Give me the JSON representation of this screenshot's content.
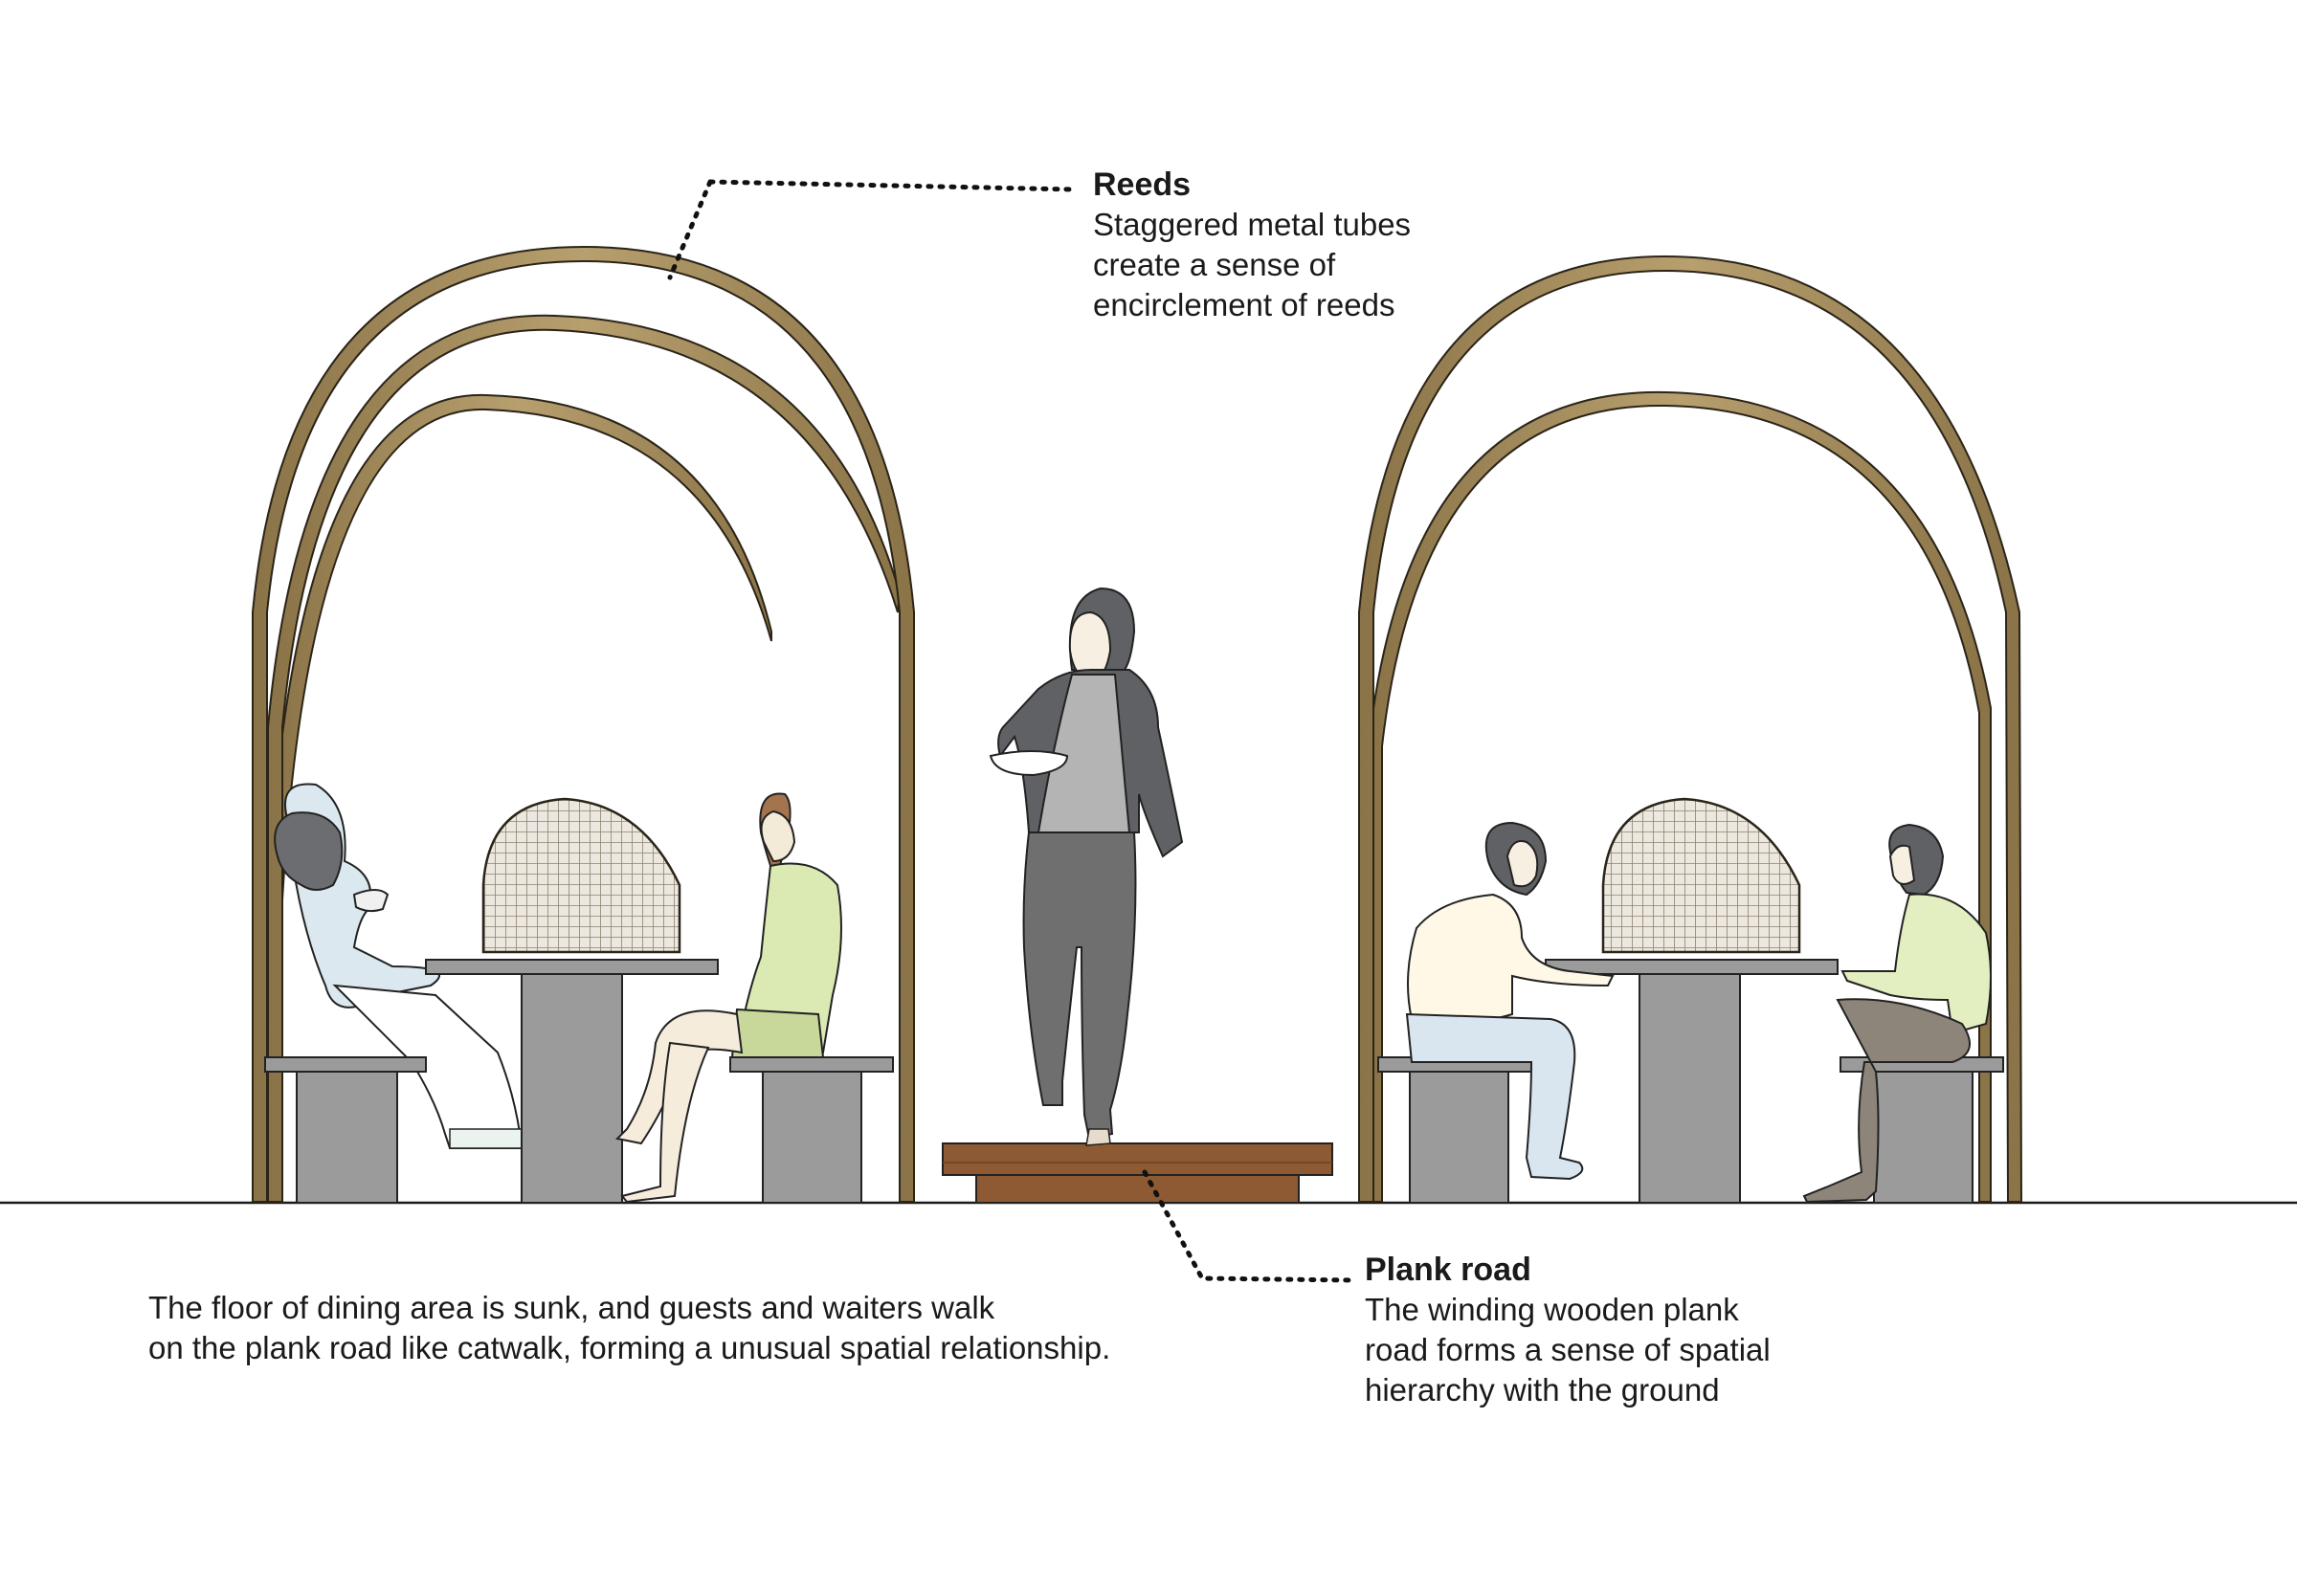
{
  "annotations": {
    "reeds": {
      "title": "Reeds",
      "lines": [
        "Staggered metal tubes",
        "create a sense of",
        "encirclement of reeds"
      ]
    },
    "plank_road": {
      "title": "Plank road",
      "lines": [
        "The winding wooden plank",
        "road forms a sense of spatial",
        "hierarchy with the ground"
      ]
    },
    "floor_note": {
      "lines": [
        "The floor of dining area is sunk, and guests and waiters walk",
        "on the plank road like catwalk, forming a unusual spatial relationship."
      ]
    }
  },
  "colors": {
    "arch_fill": "#a88f5c",
    "arch_stroke": "#2b2418",
    "table_gray": "#9b9b9b",
    "plank_brown": "#8d5a33",
    "mesh": "#c9c2b4",
    "waiter_jacket": "#5f6164",
    "waiter_pants": "#6f6f6f"
  }
}
